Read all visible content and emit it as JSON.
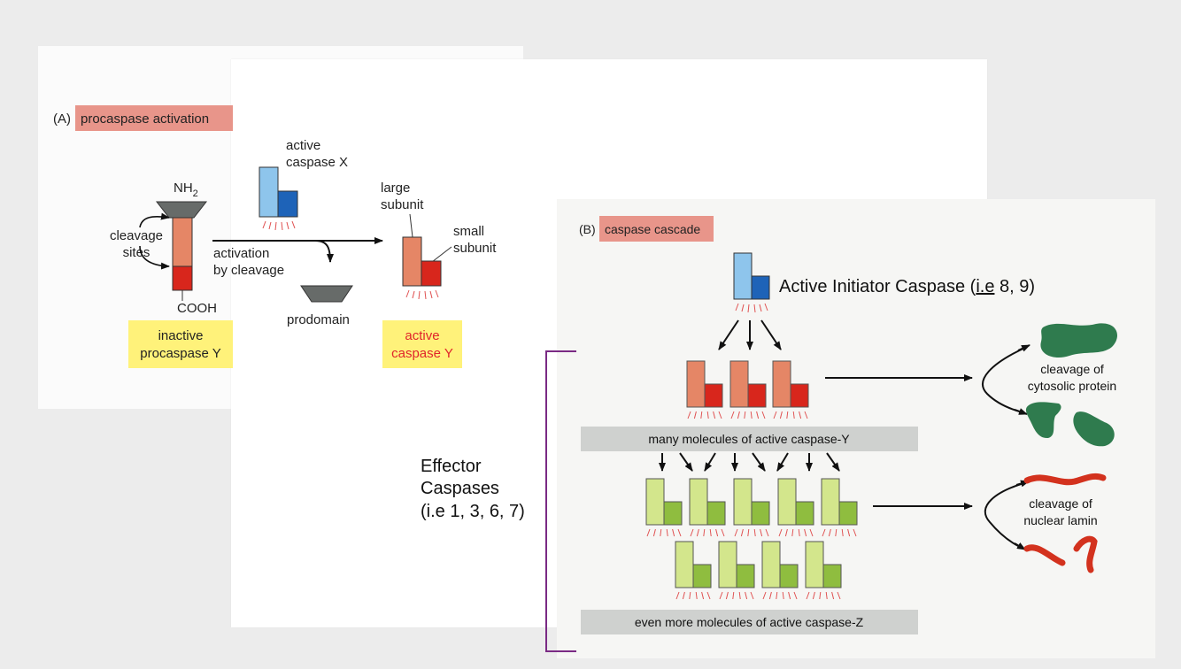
{
  "panel_a": {
    "letter": "(A)",
    "title": "procaspase activation",
    "nh2": "NH",
    "nh2_sub": "2",
    "cleavage_line1": "cleavage",
    "cleavage_line2": "sites",
    "cooh": "COOH",
    "inactive_line1": "inactive",
    "inactive_line2": "procaspase Y",
    "active_x_line1": "active",
    "active_x_line2": "caspase X",
    "activation_line1": "activation",
    "activation_line2": "by cleavage",
    "prodomain": "prodomain",
    "large_line1": "large",
    "large_line2": "subunit",
    "small_line1": "small",
    "small_line2": "subunit",
    "active_y_line1": "active",
    "active_y_line2": "caspase Y"
  },
  "panel_b": {
    "letter": "(B)",
    "title": "caspase cascade",
    "initiator_label_pre": "Active Initiator Caspase (",
    "initiator_label_ie": "i.e",
    "initiator_label_post": " 8, 9)",
    "cytosolic_line1": "cleavage of",
    "cytosolic_line2": "cytosolic protein",
    "band_y": "many molecules of active caspase-Y",
    "lamin_line1": "cleavage of",
    "lamin_line2": "nuclear lamin",
    "band_z": "even more molecules of active caspase-Z"
  },
  "effector": {
    "line1": "Effector",
    "line2": "Caspases",
    "line3": "(i.e 1, 3, 6, 7)"
  },
  "colors": {
    "title_bg": "#e8958a",
    "label_bg": "#fff27a",
    "active_y_text": "#e0242b",
    "blue_light": "#8ec5ec",
    "blue_dark": "#1e63b8",
    "orange": "#e58666",
    "red": "#d8261c",
    "green_light": "#d3e68c",
    "green_dark": "#8fbd3f",
    "grey_band": "#cfd1cf",
    "dark_green_blob": "#2f7b4e",
    "lamin_red": "#d3321e",
    "bracket": "#7a2a84"
  }
}
